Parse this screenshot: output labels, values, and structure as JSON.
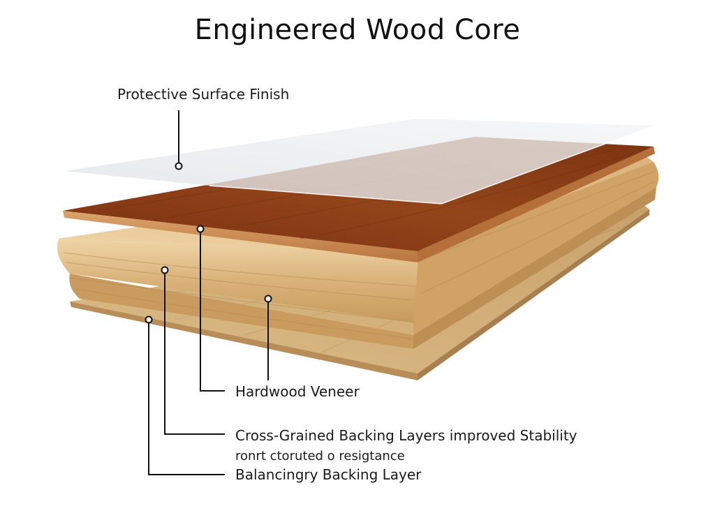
{
  "title": "Engineered Wood Core",
  "labels": {
    "protective_finish": "Protective Surface Finish",
    "hardwood_veneer": "Hardwood Veneer",
    "cross_grained": "Cross-Grained Backing Layers improved Stability",
    "cross_grained_cont": "ronrt ctoruted o resigtance",
    "balancing": "Balancingry Backing Layer"
  },
  "colors": {
    "veneer_top": "#8a3a14",
    "veneer_edge": "#c98a55",
    "core_top": "#e2c190",
    "core_edge": "#d8ae74",
    "backing_top": "#d6b47e",
    "backing_edge": "#c7a06b",
    "finish_film": "#e9ecef",
    "leader_line": "#111111"
  }
}
